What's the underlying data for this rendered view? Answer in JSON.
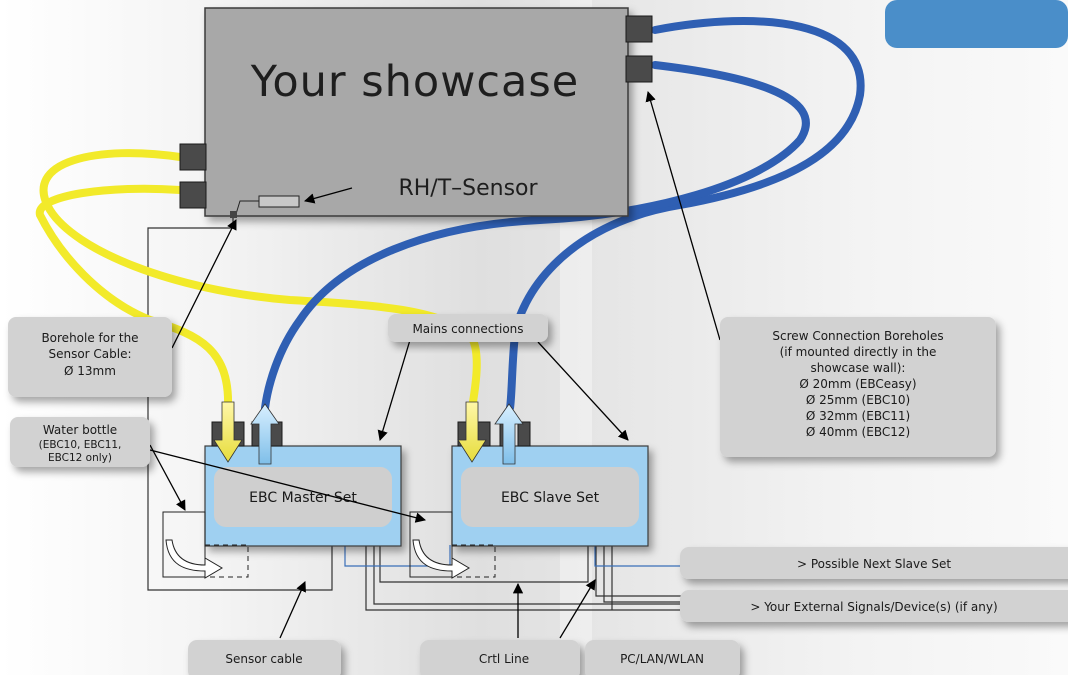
{
  "showcase": {
    "title": "Your showcase"
  },
  "sensor": {
    "label": "RH/T–Sensor"
  },
  "callouts": {
    "borehole": {
      "lines": [
        "Borehole for the",
        "Sensor Cable:",
        "Ø 13mm"
      ]
    },
    "mains": {
      "label": "Mains connections"
    },
    "water_bottle": {
      "title": "Water bottle",
      "lines": [
        "(EBC10, EBC11,",
        "EBC12 only)"
      ]
    },
    "screw": {
      "lines": [
        "Screw Connection Boreholes",
        "(if mounted directly in the",
        "showcase wall):",
        "Ø 20mm (EBCeasy)",
        "Ø 25mm (EBC10)",
        "Ø 32mm (EBC11)",
        "Ø 40mm (EBC12)"
      ]
    }
  },
  "units": {
    "master": "EBC Master Set",
    "slave": "EBC Slave Set"
  },
  "outputs": {
    "next_slave": "> Possible Next Slave Set",
    "external": "> Your External Signals/Device(s) (if any)"
  },
  "bottom": {
    "sensor_cable": "Sensor cable",
    "ctrl_line": "Crtl Line",
    "pc_lan": "PC/LAN/WLAN"
  },
  "colors": {
    "yellow_hose": "#f2ea2a",
    "blue_hose": "#2f5fb3",
    "unit_fill": "#9fd0f1",
    "showcase_fill": "#a8a8a8",
    "callout_fill": "#d2d2d2",
    "accent_tab": "#4a8ec9"
  }
}
